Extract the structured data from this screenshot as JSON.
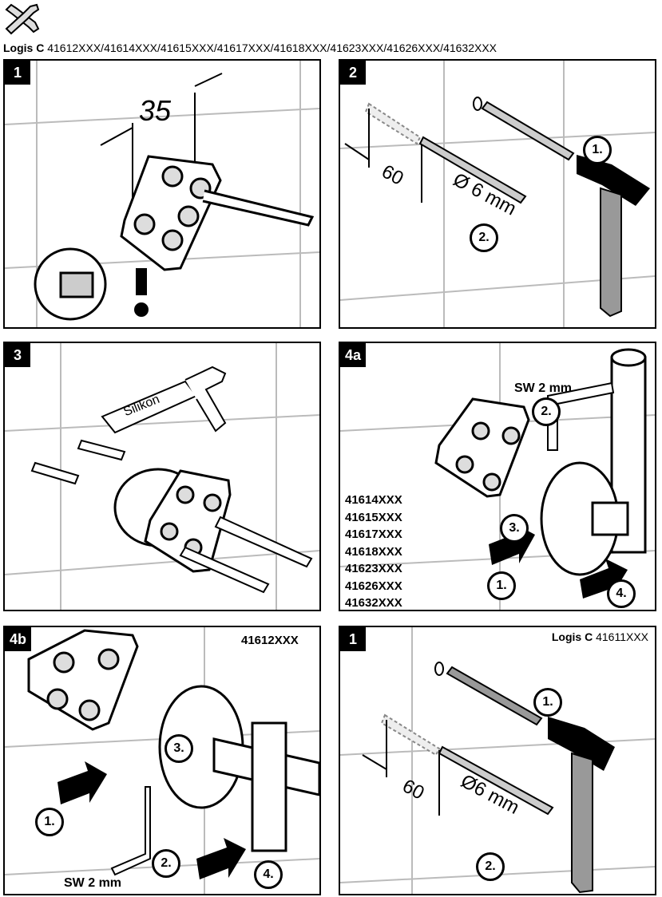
{
  "header": {
    "icon": "wrench-icon",
    "brand": "Logis C",
    "models": "41612XXX/41614XXX/41615XXX/41617XXX/41618XXX/41623XXX/41626XXX/41632XXX"
  },
  "panels": [
    {
      "step": "1",
      "dimension": "35"
    },
    {
      "step": "2",
      "depth": "60",
      "diameter": "Ø 6 mm",
      "callouts": [
        "1.",
        "2."
      ]
    },
    {
      "step": "3",
      "sealant_label": "Silikon"
    },
    {
      "step": "4a",
      "tool": "SW 2 mm",
      "callouts": [
        "1.",
        "2.",
        "3.",
        "4."
      ],
      "codes": [
        "41614XXX",
        "41615XXX",
        "41617XXX",
        "41618XXX",
        "41623XXX",
        "41626XXX",
        "41632XXX"
      ]
    },
    {
      "step": "4b",
      "model": "41612XXX",
      "tool": "SW 2 mm",
      "callouts": [
        "1.",
        "2.",
        "3.",
        "4."
      ]
    },
    {
      "step": "1",
      "brand": "Logis C",
      "model": "41611XXX",
      "depth": "60",
      "diameter": "Ø6 mm",
      "callouts": [
        "1.",
        "2."
      ]
    }
  ]
}
